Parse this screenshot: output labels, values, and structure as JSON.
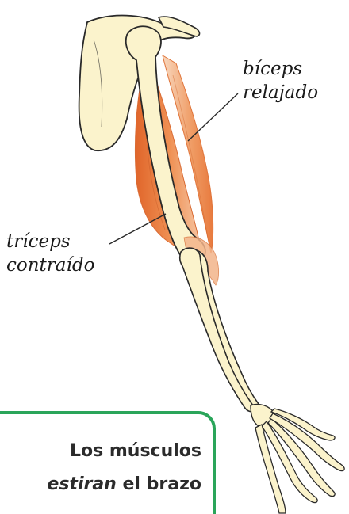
{
  "labels": {
    "biceps_line1": "bíceps",
    "biceps_line2": "relajado",
    "triceps_line1": "tríceps",
    "triceps_line2": "contraído"
  },
  "caption": {
    "line1": "Los músculos",
    "line2_emphasis": "estiran",
    "line2_rest": " el brazo"
  },
  "colors": {
    "bone_fill": "#fbf3cc",
    "bone_outline": "#2a2a2a",
    "muscle_light": "#f6c9a8",
    "muscle_mid": "#ef8f52",
    "muscle_dark": "#e0652a",
    "caption_border": "#2aa55a"
  }
}
